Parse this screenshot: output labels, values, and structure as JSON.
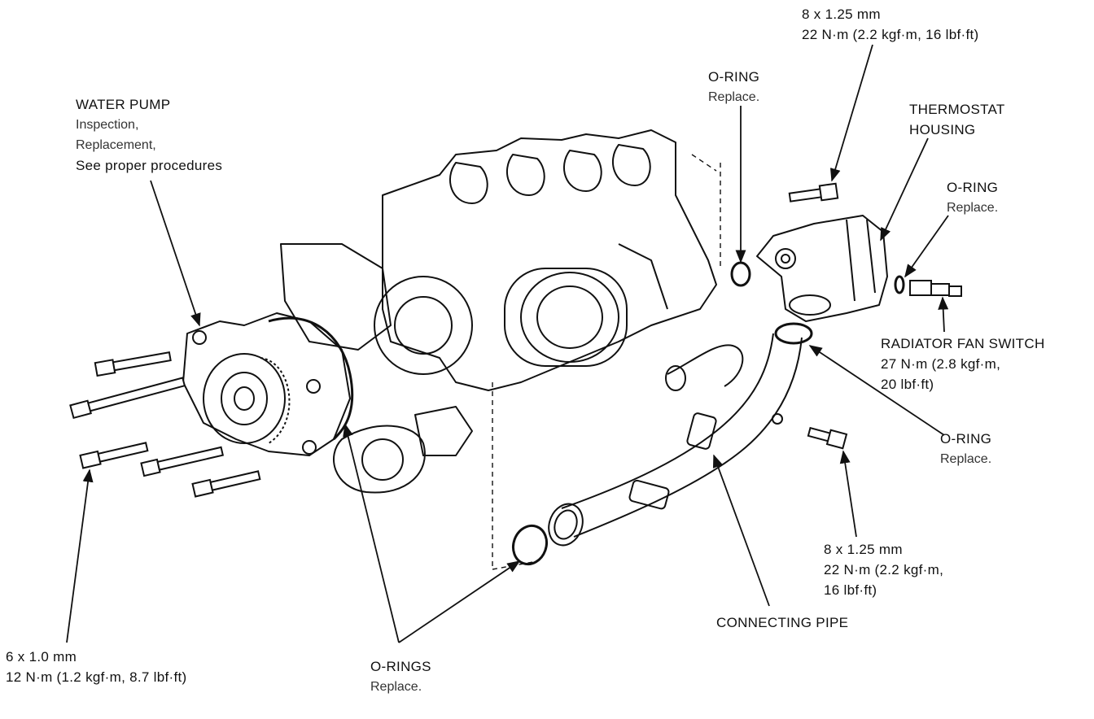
{
  "labels": {
    "water_pump": {
      "title": "WATER PUMP",
      "line1": "Inspection,",
      "line2": "Replacement,",
      "line3": "See proper procedures"
    },
    "bolt_top": {
      "line1": "8 x 1.25 mm",
      "line2": "22 N·m (2.2 kgf·m, 16 lbf·ft)"
    },
    "o_ring_top": {
      "title": "O-RING",
      "note": "Replace."
    },
    "thermostat_housing": {
      "line1": "THERMOSTAT",
      "line2": "HOUSING"
    },
    "o_ring_right": {
      "title": "O-RING",
      "note": "Replace."
    },
    "radiator_fan_switch": {
      "title": "RADIATOR FAN SWITCH",
      "line1": "27 N·m (2.8 kgf·m,",
      "line2": "20 lbf·ft)"
    },
    "o_ring_pipe": {
      "title": "O-RING",
      "note": "Replace."
    },
    "bolt_pipe": {
      "line1": "8 x 1.25 mm",
      "line2": "22 N·m (2.2 kgf·m,",
      "line3": "16 lbf·ft)"
    },
    "connecting_pipe": {
      "title": "CONNECTING PIPE"
    },
    "o_rings_bottom": {
      "title": "O-RINGS",
      "note": "Replace."
    },
    "bolt_pump": {
      "line1": "6 x 1.0 mm",
      "line2": "12 N·m (1.2 kgf·m, 8.7 lbf·ft)"
    }
  },
  "colors": {
    "line": "#111111",
    "background": "#ffffff"
  }
}
